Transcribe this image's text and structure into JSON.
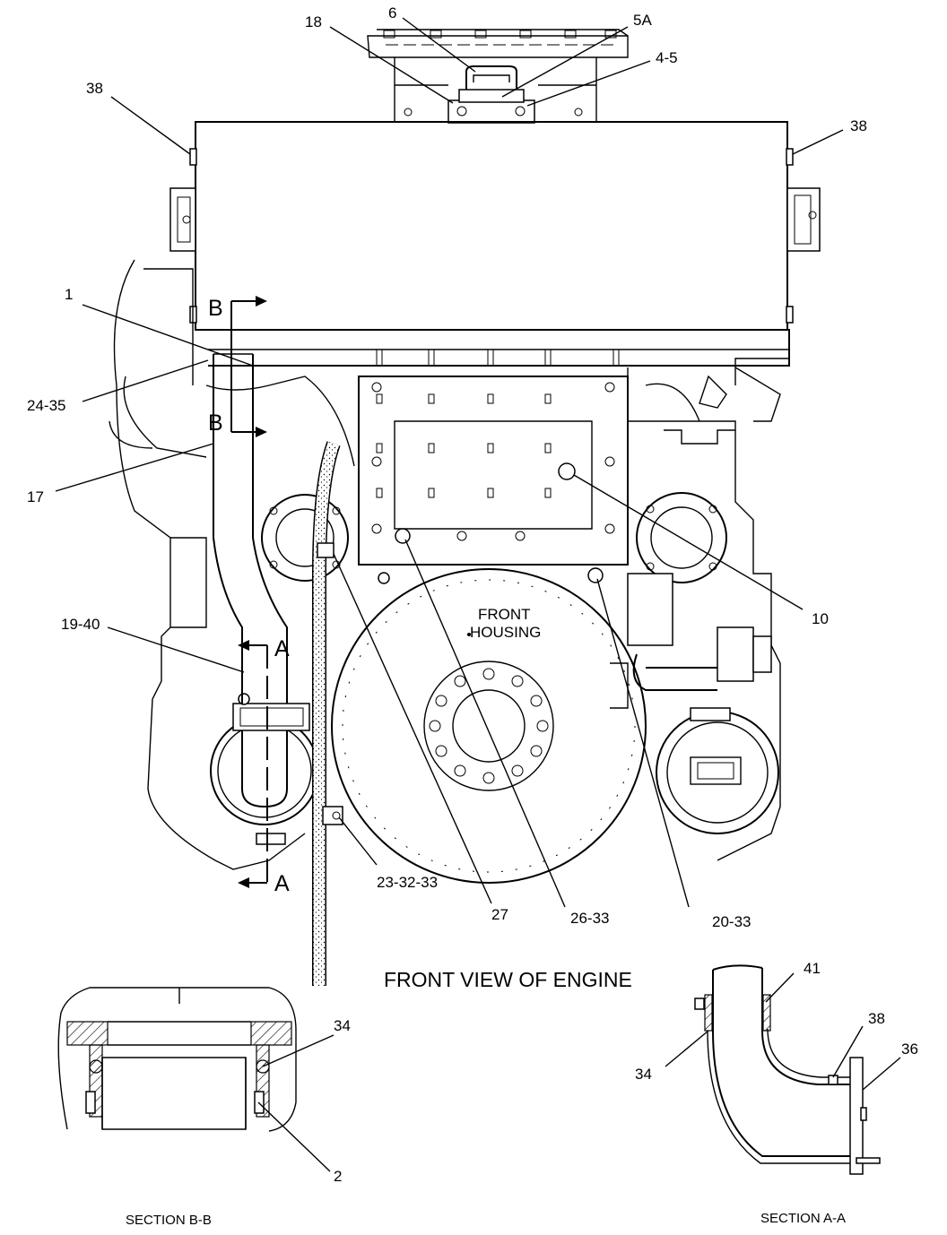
{
  "main_view": {
    "title": "FRONT VIEW OF ENGINE",
    "housing_label_1": "FRONT",
    "housing_label_2": "HOUSING"
  },
  "callouts": {
    "c18": "18",
    "c6": "6",
    "c5a": "5A",
    "c4_5": "4-5",
    "c38_left": "38",
    "c38_right": "38",
    "c1": "1",
    "c24_35": "24-35",
    "c17": "17",
    "c10": "10",
    "c19_40": "19-40",
    "c23_32_33": "23-32-33",
    "c27": "27",
    "c26_33": "26-33",
    "c20_33": "20-33"
  },
  "section_markers": {
    "b_top": "B",
    "b_bottom": "B",
    "a_top": "A",
    "a_bottom": "A"
  },
  "section_bb": {
    "caption": "SECTION B-B",
    "c34": "34",
    "c2": "2"
  },
  "section_aa": {
    "caption": "SECTION A-A",
    "c41": "41",
    "c38": "38",
    "c36": "36",
    "c34": "34"
  }
}
